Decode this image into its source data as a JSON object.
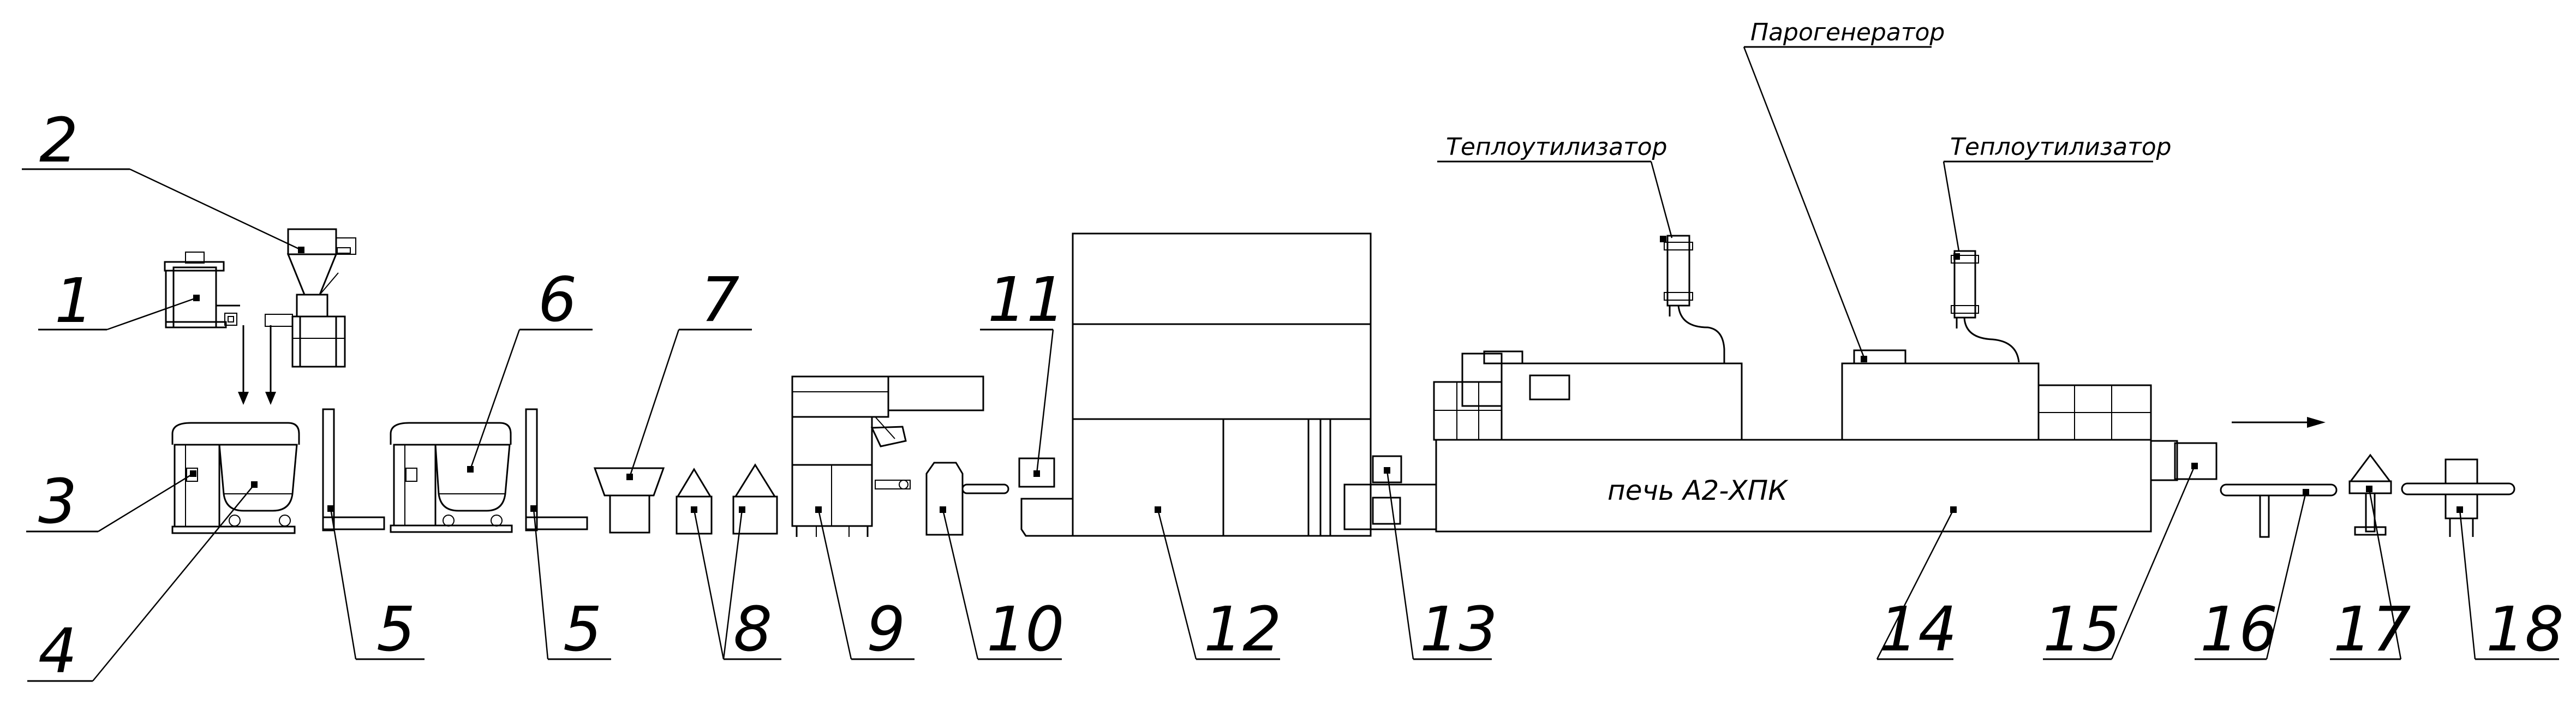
{
  "callouts": [
    "1",
    "2",
    "3",
    "4",
    "5",
    "5",
    "6",
    "7",
    "8",
    "9",
    "10",
    "11",
    "12",
    "13",
    "14",
    "15",
    "16",
    "17",
    "18"
  ],
  "labels": {
    "steam_generator": "Парогенератор",
    "heat_recovery_left": "Теплоутилизатор",
    "heat_recovery_right": "Теплоутилизатор",
    "oven": "печь А2-ХПК"
  }
}
